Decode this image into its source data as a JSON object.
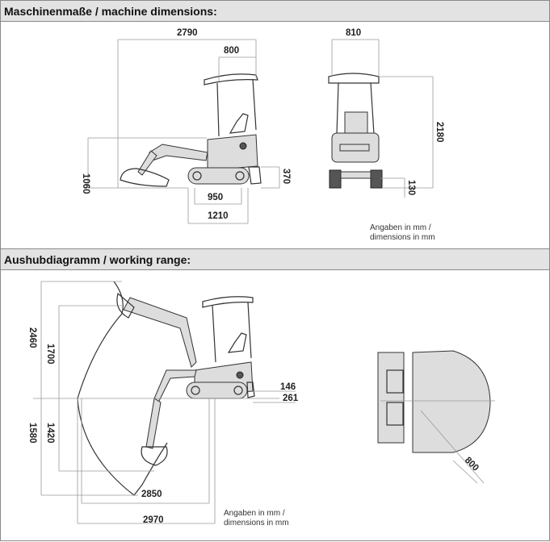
{
  "section1": {
    "title": "Maschinenmaße / machine dimensions:",
    "dims": {
      "length": "2790",
      "cab": "800",
      "height_side": "1060",
      "ground": "370",
      "track_length": "950",
      "overall_track": "1210",
      "width_top": "810",
      "height": "2180",
      "clearance": "130"
    },
    "note_line1": "Angaben in mm /",
    "note_line2": "dimensions in mm"
  },
  "section2": {
    "title": "Aushubdiagramm / working range:",
    "dims": {
      "max_height": "2460",
      "dump_height": "1700",
      "blade_up": "146",
      "blade_down": "261",
      "dig_depth": "1580",
      "dig_depth_vertical": "1420",
      "reach_ground": "2850",
      "max_reach": "2970",
      "tail_radius": "800"
    },
    "note_line1": "Angaben in mm /",
    "note_line2": "dimensions in mm"
  }
}
